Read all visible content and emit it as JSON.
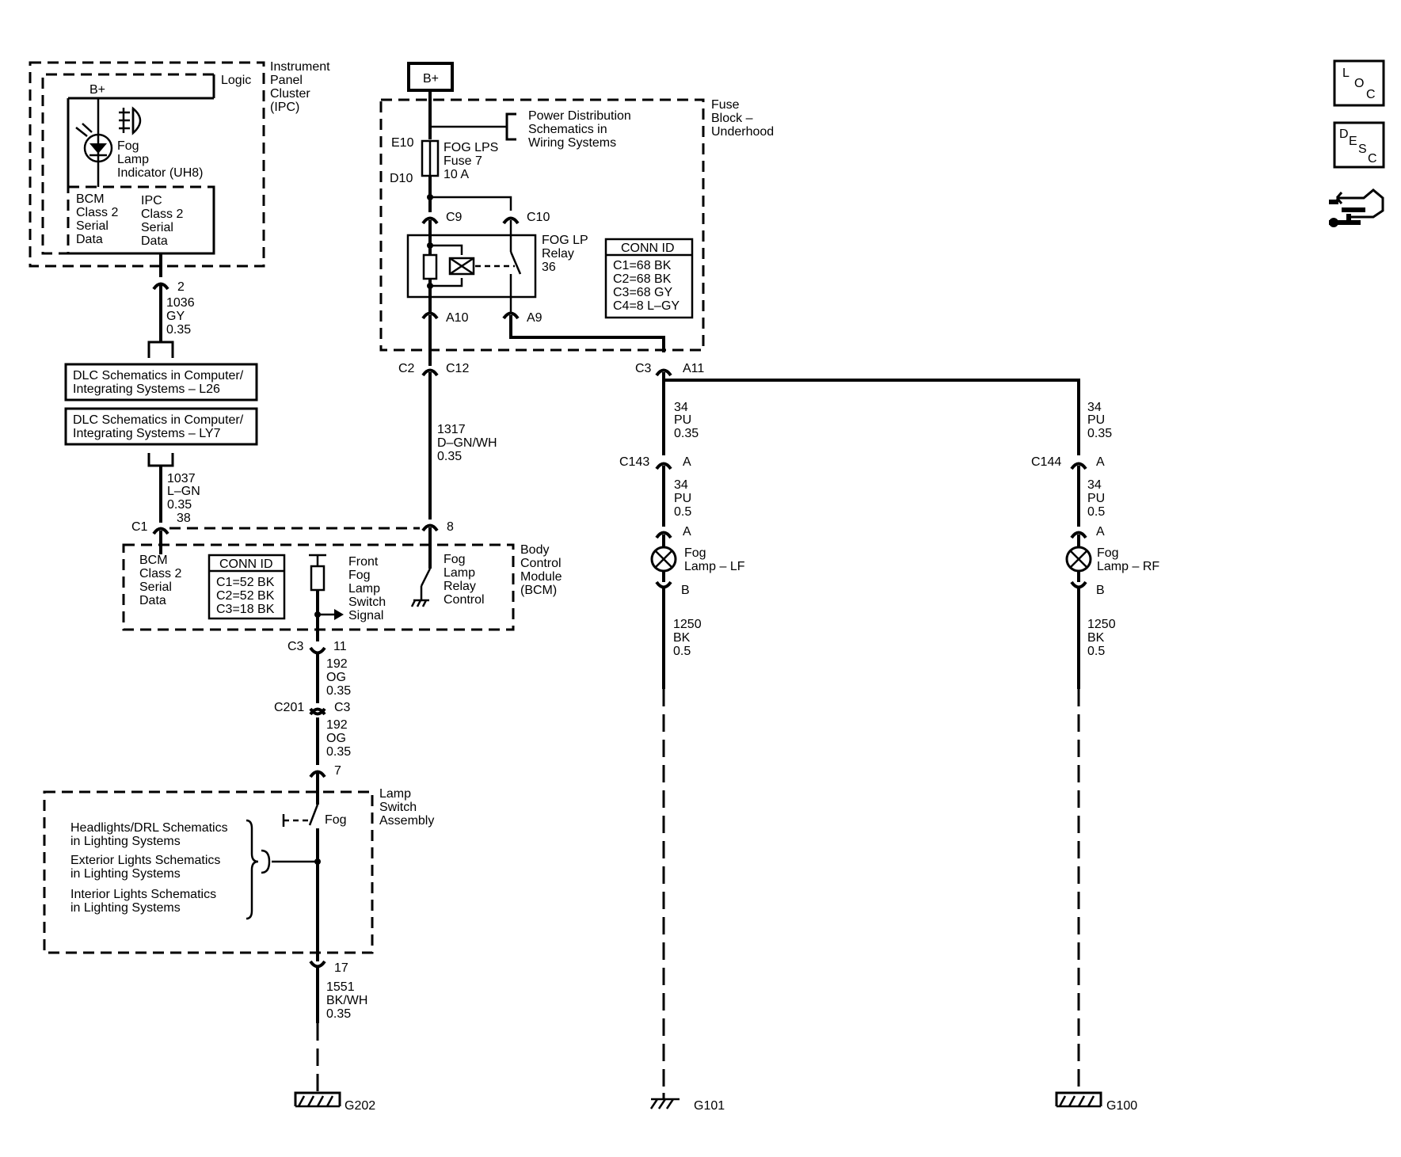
{
  "ipc": {
    "title_lines": [
      "Instrument",
      "Panel",
      "Cluster",
      "(IPC)"
    ],
    "logic": "Logic",
    "bplus": "B+",
    "indicator_lines": [
      "Fog",
      "Lamp",
      "Indicator (UH8)"
    ],
    "bcm_data_lines": [
      "BCM",
      "Class 2",
      "Serial",
      "Data"
    ],
    "ipc_data_lines": [
      "IPC",
      "Class 2",
      "Serial",
      "Data"
    ]
  },
  "wires": {
    "w1036": {
      "pin": "2",
      "lines": [
        "1036",
        "GY",
        "0.35"
      ]
    },
    "w1037": {
      "lines": [
        "1037",
        "L–GN",
        "0.35",
        "38"
      ]
    },
    "w1317": {
      "lines": [
        "1317",
        "D–GN/WH",
        "0.35"
      ]
    },
    "w34_lf_upper": {
      "lines": [
        "34",
        "PU",
        "0.35"
      ]
    },
    "w34_rf_upper": {
      "lines": [
        "34",
        "PU",
        "0.35"
      ]
    },
    "w34_lf_lower": {
      "lines": [
        "34",
        "PU",
        "0.5"
      ]
    },
    "w34_rf_lower": {
      "lines": [
        "34",
        "PU",
        "0.5"
      ]
    },
    "w1250_lf": {
      "lines": [
        "1250",
        "BK",
        "0.5"
      ]
    },
    "w1250_rf": {
      "lines": [
        "1250",
        "BK",
        "0.5"
      ]
    },
    "w192_a": {
      "lines": [
        "192",
        "OG",
        "0.35"
      ]
    },
    "w192_b": {
      "lines": [
        "192",
        "OG",
        "0.35"
      ]
    },
    "w1551": {
      "lines": [
        "1551",
        "BK/WH",
        "0.35"
      ]
    }
  },
  "dlc": {
    "l26_lines": [
      "DLC Schematics in Computer/",
      "Integrating Systems – L26"
    ],
    "ly7_lines": [
      "DLC Schematics in Computer/",
      "Integrating Systems – LY7"
    ]
  },
  "fuse_block": {
    "bplus": "B+",
    "title_lines": [
      "Fuse",
      "Block –",
      "Underhood"
    ],
    "power_dist_lines": [
      "Power Distribution",
      "Schematics in",
      "Wiring Systems"
    ],
    "e10": "E10",
    "d10": "D10",
    "fuse_lines": [
      "FOG LPS",
      "Fuse 7",
      "10 A"
    ],
    "c9": "C9",
    "c10": "C10",
    "relay_lines": [
      "FOG LP",
      "Relay",
      "36"
    ],
    "a10": "A10",
    "a9": "A9",
    "conn_title": "CONN ID",
    "conn_lines": [
      "C1=68 BK",
      "C2=68 BK",
      "C3=68 GY",
      "C4=8 L–GY"
    ],
    "c2": "C2",
    "c12": "C12",
    "c3": "C3",
    "a11": "A11"
  },
  "bcm": {
    "c1": "C1",
    "pin8": "8",
    "data_lines": [
      "BCM",
      "Class 2",
      "Serial",
      "Data"
    ],
    "conn_title": "CONN ID",
    "conn_lines": [
      "C1=52 BK",
      "C2=52 BK",
      "C3=18 BK"
    ],
    "switch_signal_lines": [
      "Front",
      "Fog",
      "Lamp",
      "Switch",
      "Signal"
    ],
    "relay_control_lines": [
      "Fog",
      "Lamp",
      "Relay",
      "Control"
    ],
    "title_lines": [
      "Body",
      "Control",
      "Module",
      "(BCM)"
    ],
    "c3": "C3",
    "pin11": "11"
  },
  "inline": {
    "c201": "C201",
    "c3": "C3",
    "pin7": "7"
  },
  "lamps": {
    "c143": "C143",
    "c143_a": "A",
    "c144": "C144",
    "c144_a": "A",
    "lf_a": "A",
    "lf_b": "B",
    "rf_a": "A",
    "rf_b": "B",
    "lf_lines": [
      "Fog",
      "Lamp – LF"
    ],
    "rf_lines": [
      "Fog",
      "Lamp – RF"
    ]
  },
  "lamp_switch": {
    "title_lines": [
      "Lamp",
      "Switch",
      "Assembly"
    ],
    "fog": "Fog",
    "refs": [
      [
        "Headlights/DRL Schematics",
        "in Lighting Systems"
      ],
      [
        "Exterior Lights Schematics",
        "in Lighting Systems"
      ],
      [
        "Interior Lights Schematics",
        "in Lighting Systems"
      ]
    ],
    "pin17": "17"
  },
  "grounds": {
    "g202": "G202",
    "g101": "G101",
    "g100": "G100"
  },
  "nav": {
    "loc": [
      "L",
      "O",
      "C"
    ],
    "desc": [
      "D",
      "E",
      "S",
      "C"
    ]
  }
}
